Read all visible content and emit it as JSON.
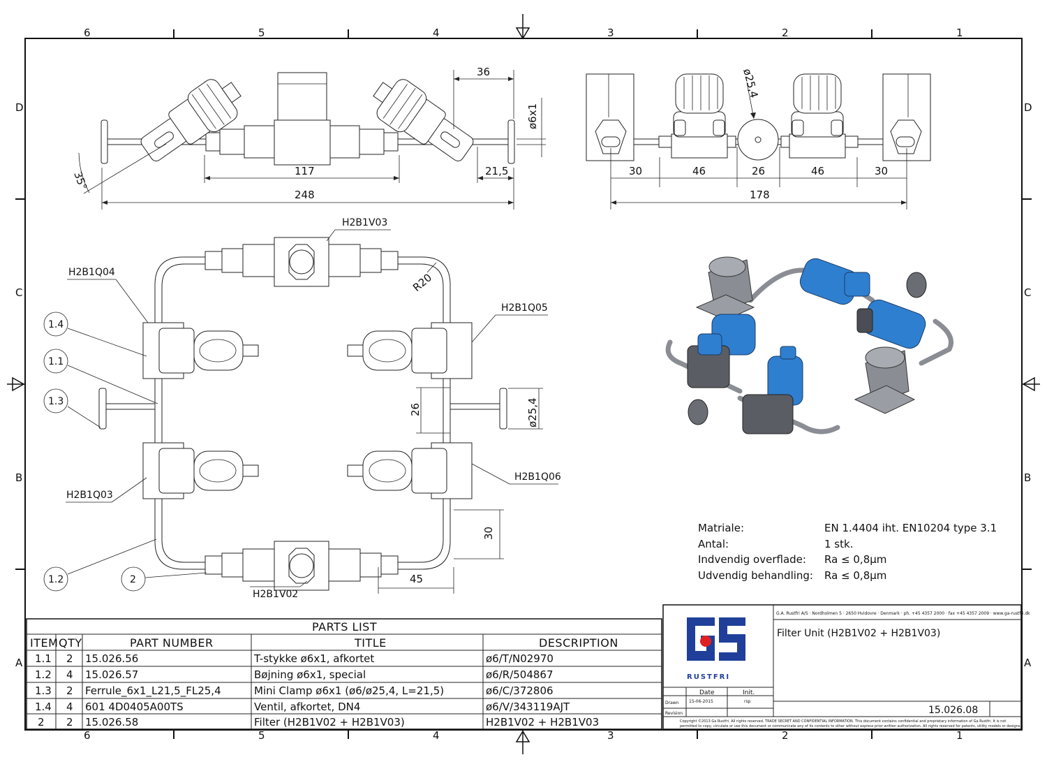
{
  "zones": {
    "columns": [
      "6",
      "5",
      "4",
      "3",
      "2",
      "1"
    ],
    "rows": [
      "D",
      "C",
      "B",
      "A"
    ]
  },
  "dimensions": {
    "top_left": {
      "d36": "36",
      "d6x1": "ø6x1",
      "angle": "35°",
      "d117": "117",
      "d21_5": "21,5",
      "d248": "248"
    },
    "top_right": {
      "d25_4": "ø25,4",
      "d30a": "30",
      "d46a": "46",
      "d26": "26",
      "d46b": "46",
      "d30b": "30",
      "d178": "178"
    },
    "plan": {
      "r20": "R20",
      "d26": "26",
      "d25_4": "ø25,4",
      "d30": "30",
      "d45": "45"
    }
  },
  "tags": {
    "v03": "H2B1V03",
    "q04": "H2B1Q04",
    "q05": "H2B1Q05",
    "q03": "H2B1Q03",
    "q06": "H2B1Q06",
    "v02": "H2B1V02"
  },
  "balloons": [
    "1.4",
    "1.1",
    "1.3",
    "1.2",
    "2"
  ],
  "materials": [
    {
      "label": "Matriale:",
      "value": "EN 1.4404 iht. EN10204 type 3.1"
    },
    {
      "label": "Antal:",
      "value": "1 stk."
    },
    {
      "label": "Indvendig overflade:",
      "value": "Ra ≤ 0,8µm"
    },
    {
      "label": "Udvendig behandling:",
      "value": "Ra ≤ 0,8µm"
    }
  ],
  "parts_list": {
    "heading": "PARTS LIST",
    "columns": [
      "ITEM",
      "QTY",
      "PART NUMBER",
      "TITLE",
      "DESCRIPTION"
    ],
    "rows": [
      [
        "1.1",
        "2",
        "15.026.56",
        "T-stykke ø6x1, afkortet",
        "ø6/T/N02970"
      ],
      [
        "1.2",
        "4",
        "15.026.57",
        "Bøjning ø6x1, special",
        "ø6/R/504867"
      ],
      [
        "1.3",
        "2",
        "Ferrule_6x1_L21,5_FL25,4",
        "Mini Clamp ø6x1 (ø6/ø25,4, L=21,5)",
        "ø6/C/372806"
      ],
      [
        "1.4",
        "4",
        "601 4D0405A00TS",
        "Ventil, afkortet, DN4",
        "ø6/V/343119AJT"
      ],
      [
        "2",
        "2",
        "15.026.58",
        "Filter (H2B1V02 + H2B1V03)",
        "H2B1V02 + H2B1V03"
      ]
    ]
  },
  "title_block": {
    "company_line": "G.A. Rustfri A/S · Nordholmen 5 · 2650 Hvidovre · Denmark · ph. +45 4357 2000 · fax +45 4357 2009 · www.ga-rustfri.dk",
    "logo_text": "RUSTFRI",
    "title": "Filter Unit (H2B1V02 + H2B1V03)",
    "date_header": "Date",
    "init_header": "Init.",
    "drawn_label": "Drawn",
    "drawn_date": "15-06-2015",
    "drawn_init": "rsp",
    "revision_label": "Revision",
    "drawing_number": "15.026.08",
    "copyright_1": "Copyright ©2013 Ga Rustfri. All rights reserved. TRADE SECRET AND CONFIDENTIAL INFORMATION. This document contains confidential and proprietary information of Ga Rustfri. It is not",
    "copyright_2": "permitted to copy, circulate or use this document or communicate any of its contents to other without express prior written authorization. All rights reserved for patents, utility models or designs."
  },
  "colors": {
    "accent_blue": "#2f7fd0",
    "logo_blue": "#1f3f9a",
    "logo_red": "#e02020",
    "body_gray": "#8a8e94"
  }
}
